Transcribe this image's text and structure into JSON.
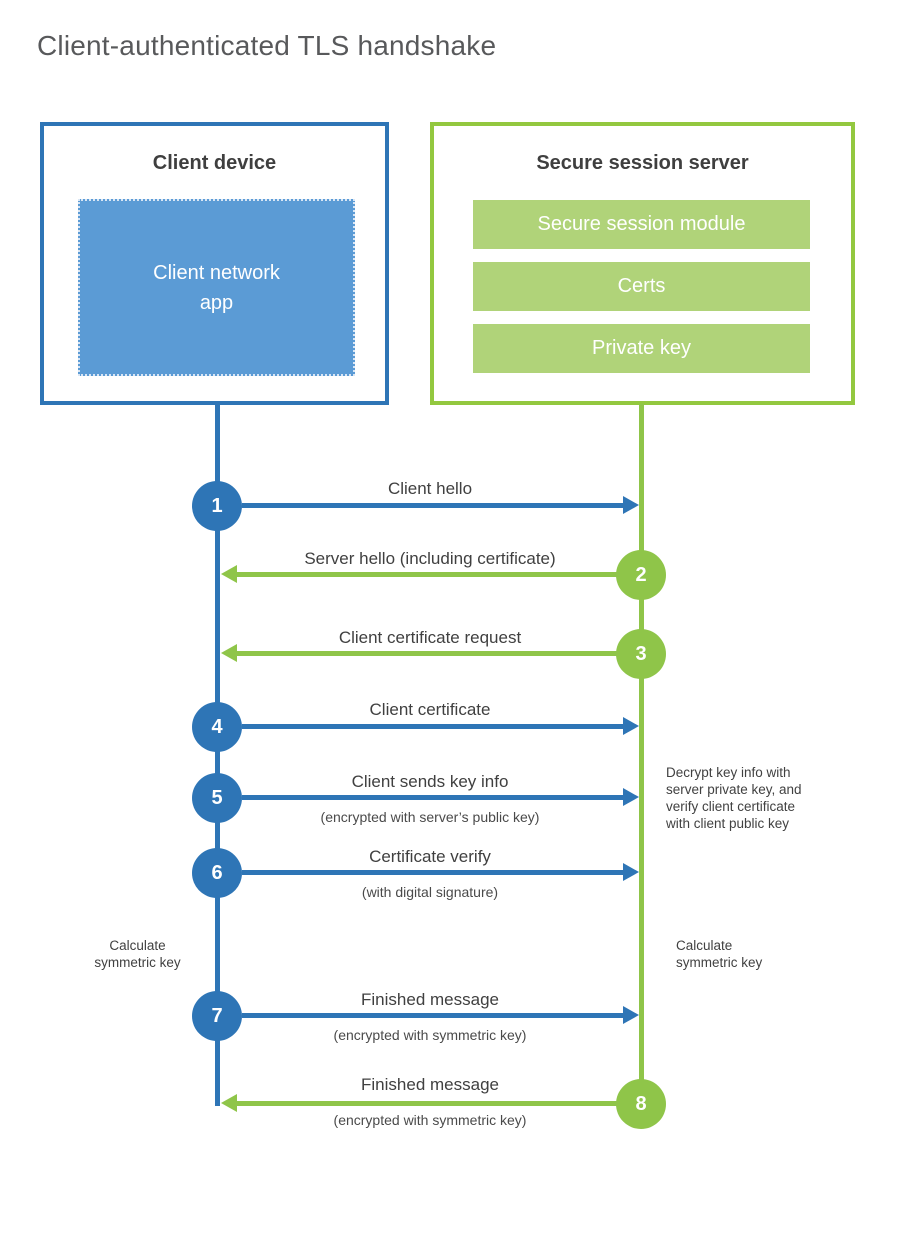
{
  "title": "Client-authenticated TLS handshake",
  "colors": {
    "blue_stroke": "#2E75B6",
    "blue_fill": "#5B9BD5",
    "green_stroke": "#8FC549",
    "green_fill": "#B0D379"
  },
  "client_panel": {
    "title": "Client device",
    "app_label": "Client network\napp"
  },
  "server_panel": {
    "title": "Secure session server",
    "modules": [
      "Secure session module",
      "Certs",
      "Private key"
    ]
  },
  "steps": [
    {
      "num": "1",
      "label": "Client hello",
      "sublabel": "",
      "from": "client",
      "to": "server"
    },
    {
      "num": "2",
      "label": "Server hello (including certificate)",
      "sublabel": "",
      "from": "server",
      "to": "client"
    },
    {
      "num": "3",
      "label": "Client certificate request",
      "sublabel": "",
      "from": "server",
      "to": "client"
    },
    {
      "num": "4",
      "label": "Client certificate",
      "sublabel": "",
      "from": "client",
      "to": "server"
    },
    {
      "num": "5",
      "label": "Client sends key info",
      "sublabel": "(encrypted with server’s public key)",
      "from": "client",
      "to": "server"
    },
    {
      "num": "6",
      "label": "Certificate verify",
      "sublabel": "(with digital signature)",
      "from": "client",
      "to": "server"
    },
    {
      "num": "7",
      "label": "Finished message",
      "sublabel": "(encrypted with symmetric key)",
      "from": "client",
      "to": "server"
    },
    {
      "num": "8",
      "label": "Finished message",
      "sublabel": "(encrypted with symmetric key)",
      "from": "server",
      "to": "client"
    }
  ],
  "notes": {
    "decrypt_note": "Decrypt key info with\nserver private key, and\nverify client certificate\nwith client public key",
    "calc_left": "Calculate\nsymmetric key",
    "calc_right": "Calculate\nsymmetric key"
  }
}
